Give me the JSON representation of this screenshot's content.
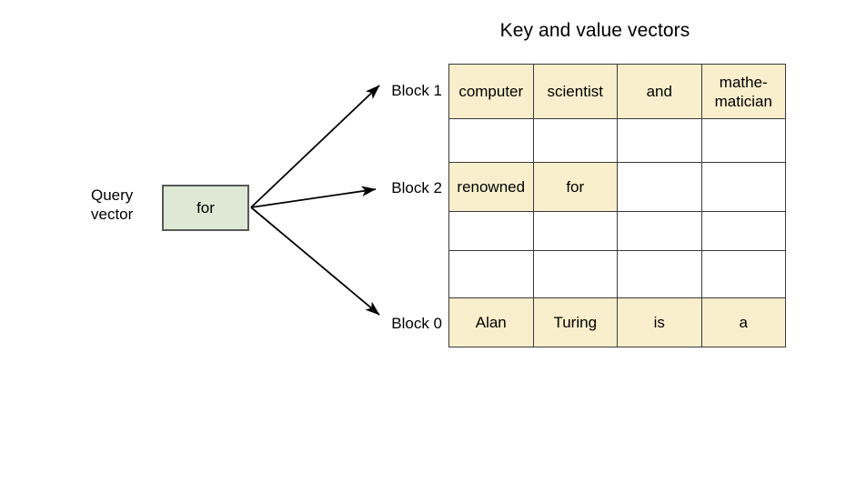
{
  "title": "Key and value vectors",
  "query": {
    "label_line1": "Query",
    "label_line2": "vector",
    "token": "for",
    "box_color": "#dde8d5",
    "border_color": "#595959"
  },
  "arrows": [
    {
      "name": "arrow-to-block-1",
      "target": "Block 1"
    },
    {
      "name": "arrow-to-block-2",
      "target": "Block 2"
    },
    {
      "name": "arrow-to-block-0",
      "target": "Block 0"
    }
  ],
  "block_labels": {
    "block1": "Block 1",
    "block2": "Block 2",
    "block0": "Block 0"
  },
  "grid": {
    "fill_color": "#faefcd",
    "empty_color": "#ffffff",
    "border_color": "#3a3a3a",
    "columns": 4,
    "rows": [
      {
        "cells": [
          {
            "text": "computer",
            "filled": true
          },
          {
            "text": "scientist",
            "filled": true
          },
          {
            "text": "and",
            "filled": true
          },
          {
            "text": "mathe-\nmatician",
            "filled": true
          }
        ]
      },
      {
        "cells": [
          {
            "text": "",
            "filled": false
          },
          {
            "text": "",
            "filled": false
          },
          {
            "text": "",
            "filled": false
          },
          {
            "text": "",
            "filled": false
          }
        ]
      },
      {
        "cells": [
          {
            "text": "renowned",
            "filled": true
          },
          {
            "text": "for",
            "filled": true
          },
          {
            "text": "",
            "filled": false
          },
          {
            "text": "",
            "filled": false
          }
        ]
      },
      {
        "cells": [
          {
            "text": "",
            "filled": false
          },
          {
            "text": "",
            "filled": false
          },
          {
            "text": "",
            "filled": false
          },
          {
            "text": "",
            "filled": false
          }
        ]
      },
      {
        "cells": [
          {
            "text": "",
            "filled": false
          },
          {
            "text": "",
            "filled": false
          },
          {
            "text": "",
            "filled": false
          },
          {
            "text": "",
            "filled": false
          }
        ]
      },
      {
        "cells": [
          {
            "text": "Alan",
            "filled": true
          },
          {
            "text": "Turing",
            "filled": true
          },
          {
            "text": "is",
            "filled": true
          },
          {
            "text": "a",
            "filled": true
          }
        ]
      }
    ]
  }
}
